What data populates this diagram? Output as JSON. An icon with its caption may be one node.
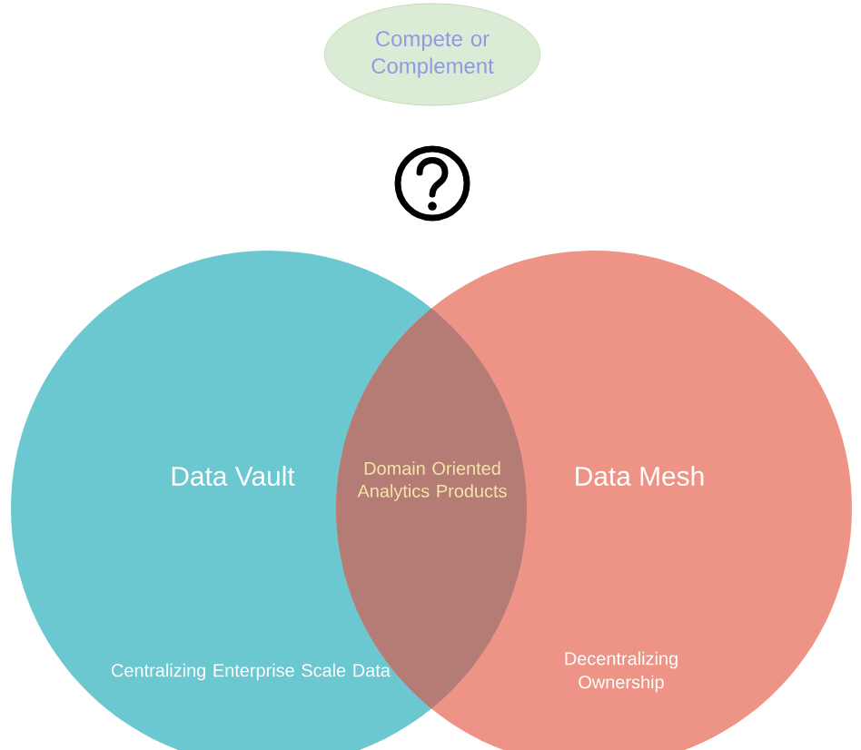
{
  "diagram": {
    "nodes": [
      {
        "text": [
          "Compete or Complement"
        ]
      },
      {
        "text": [
          "Data Vault",
          "Centralizing Enterprise Scale Data"
        ]
      },
      {
        "text": [
          "Data Mesh",
          "Decentralizing Ownership"
        ]
      }
    ],
    "labels": [
      "Domain Oriented Analytics Products"
    ]
  }
}
